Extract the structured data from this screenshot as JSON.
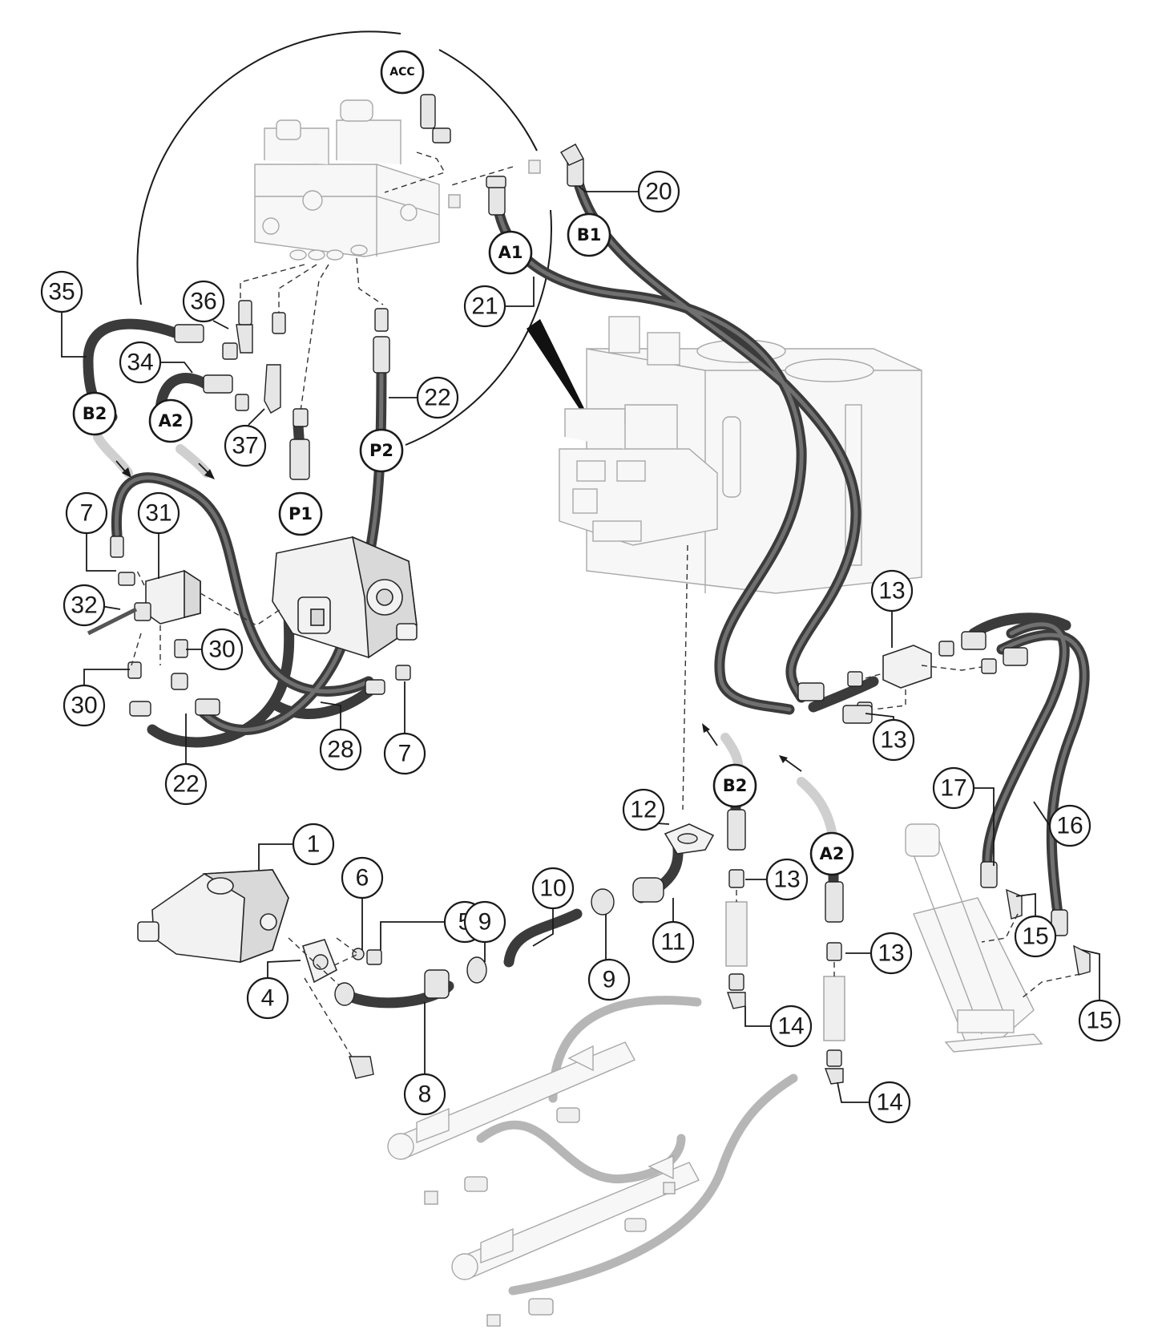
{
  "diagram": {
    "callouts": [
      {
        "id": "c35",
        "label": "35"
      },
      {
        "id": "c36",
        "label": "36"
      },
      {
        "id": "c34",
        "label": "34"
      },
      {
        "id": "c37",
        "label": "37"
      },
      {
        "id": "c22a",
        "label": "22"
      },
      {
        "id": "c22b",
        "label": "22"
      },
      {
        "id": "c21",
        "label": "21"
      },
      {
        "id": "c20",
        "label": "20"
      },
      {
        "id": "c7a",
        "label": "7"
      },
      {
        "id": "c7b",
        "label": "7"
      },
      {
        "id": "c31",
        "label": "31"
      },
      {
        "id": "c32",
        "label": "32"
      },
      {
        "id": "c30a",
        "label": "30"
      },
      {
        "id": "c30b",
        "label": "30"
      },
      {
        "id": "c28",
        "label": "28"
      },
      {
        "id": "c13a",
        "label": "13"
      },
      {
        "id": "c13b",
        "label": "13"
      },
      {
        "id": "c13c",
        "label": "13"
      },
      {
        "id": "c13d",
        "label": "13"
      },
      {
        "id": "c17",
        "label": "17"
      },
      {
        "id": "c16",
        "label": "16"
      },
      {
        "id": "c15a",
        "label": "15"
      },
      {
        "id": "c15b",
        "label": "15"
      },
      {
        "id": "c1",
        "label": "1"
      },
      {
        "id": "c6",
        "label": "6"
      },
      {
        "id": "c5",
        "label": "5"
      },
      {
        "id": "c9a",
        "label": "9"
      },
      {
        "id": "c9b",
        "label": "9"
      },
      {
        "id": "c10",
        "label": "10"
      },
      {
        "id": "c12",
        "label": "12"
      },
      {
        "id": "c11",
        "label": "11"
      },
      {
        "id": "c4",
        "label": "4"
      },
      {
        "id": "c8",
        "label": "8"
      },
      {
        "id": "c14a",
        "label": "14"
      },
      {
        "id": "c14b",
        "label": "14"
      }
    ],
    "port_tags": [
      {
        "id": "acc",
        "label": "ACC"
      },
      {
        "id": "a1",
        "label": "A1"
      },
      {
        "id": "b1",
        "label": "B1"
      },
      {
        "id": "b2a",
        "label": "B2"
      },
      {
        "id": "a2a",
        "label": "A2"
      },
      {
        "id": "p1",
        "label": "P1"
      },
      {
        "id": "p2",
        "label": "P2"
      },
      {
        "id": "b2b",
        "label": "B2"
      },
      {
        "id": "a2b",
        "label": "A2"
      }
    ]
  }
}
